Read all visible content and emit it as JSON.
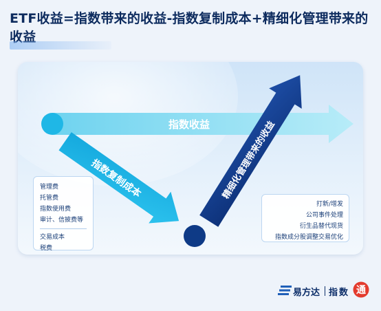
{
  "title": "ETF收益=指数带来的收益-指数复制成本+精细化管理带来的收益",
  "diagram": {
    "arrow_index_return": "指数收益",
    "arrow_replication_cost": "指数复制成本",
    "arrow_fine_management": "精细化管理带来的收益"
  },
  "cost_box": {
    "group1": [
      "管理费",
      "托管费",
      "指数使用费",
      "审计、信披费等"
    ],
    "group2": [
      "交易成本",
      "税费"
    ]
  },
  "management_box": {
    "items": [
      "打新/增发",
      "公司事件处理",
      "衍生品替代现货",
      "指数成分股调整交易优化"
    ]
  },
  "logo": {
    "brand": "易方达",
    "product_a": "指数",
    "seal": "通"
  },
  "colors": {
    "cyan_light": "#8fe0f3",
    "cyan": "#22b5e0",
    "navy": "#0e3a86",
    "text_dark": "#0d2b5e"
  }
}
